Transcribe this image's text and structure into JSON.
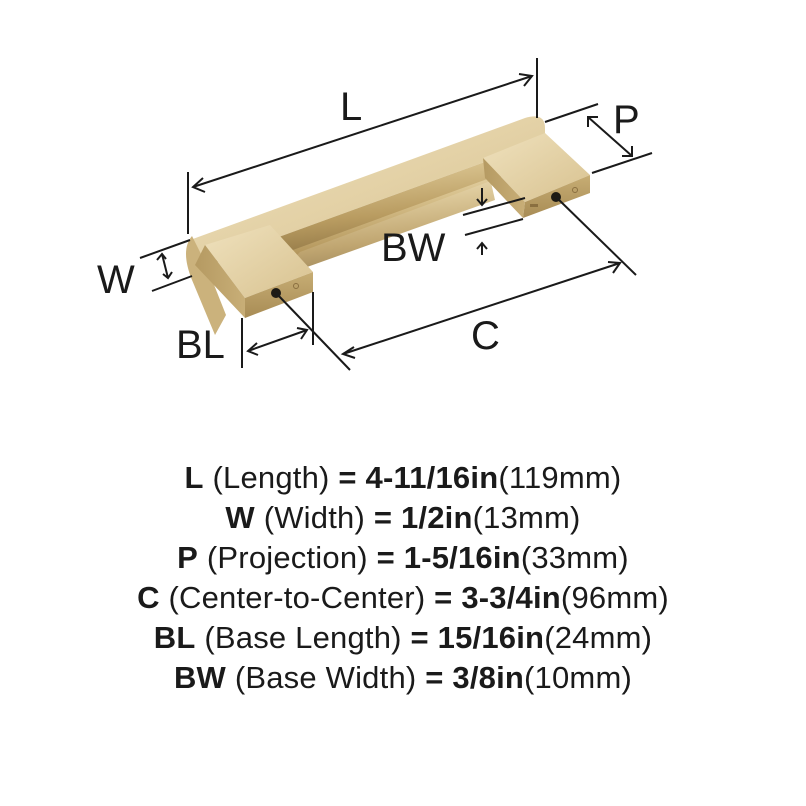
{
  "diagram": {
    "title": "Cabinet pull handle dimension diagram",
    "finish_color": "#c9b07a",
    "finish_highlight": "#efe0b8",
    "finish_shadow": "#9c844f",
    "line_color": "#1a1a1a",
    "labels": {
      "L": "L",
      "W": "W",
      "P": "P",
      "BW": "BW",
      "BL": "BL",
      "C": "C"
    }
  },
  "specs": [
    {
      "code": "L",
      "name": "(Length)",
      "eq": "=",
      "imperial": "4-11/16in",
      "metric": "(119mm)"
    },
    {
      "code": "W",
      "name": "(Width)",
      "eq": "=",
      "imperial": "1/2in",
      "metric": "(13mm)"
    },
    {
      "code": "P",
      "name": "(Projection)",
      "eq": "=",
      "imperial": "1-5/16in",
      "metric": "(33mm)"
    },
    {
      "code": "C",
      "name": "(Center-to-Center)",
      "eq": "=",
      "imperial": "3-3/4in",
      "metric": "(96mm)"
    },
    {
      "code": "BL",
      "name": "(Base Length)",
      "eq": "=",
      "imperial": "15/16in",
      "metric": "(24mm)"
    },
    {
      "code": "BW",
      "name": "(Base Width)",
      "eq": "=",
      "imperial": "3/8in",
      "metric": "(10mm)"
    }
  ]
}
